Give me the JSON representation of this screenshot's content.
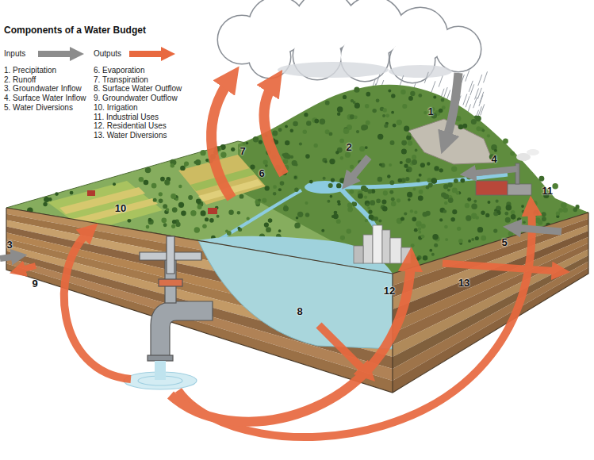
{
  "diagram": {
    "title": "Components of a Water Budget",
    "labels": [
      "1. Precipitation",
      "2. Runoff",
      "3. Groundwater Inflow",
      "4. Surface Water Inflow",
      "5. Water Diversions",
      "6. Evaporation",
      "7. Transpiration",
      "8. Surface Water Outflow",
      "9. Groundwater Outflow",
      "10. Irrigation",
      "11. Industrial Uses",
      "12. Residential Uses",
      "13. Water Diversions",
      "1",
      "2",
      "3",
      "4",
      "5",
      "6",
      "7",
      "8",
      "9",
      "10",
      "11",
      "12",
      "13"
    ],
    "legend": [
      {
        "text": "Inputs"
      },
      {
        "text": "Outputs"
      }
    ]
  }
}
